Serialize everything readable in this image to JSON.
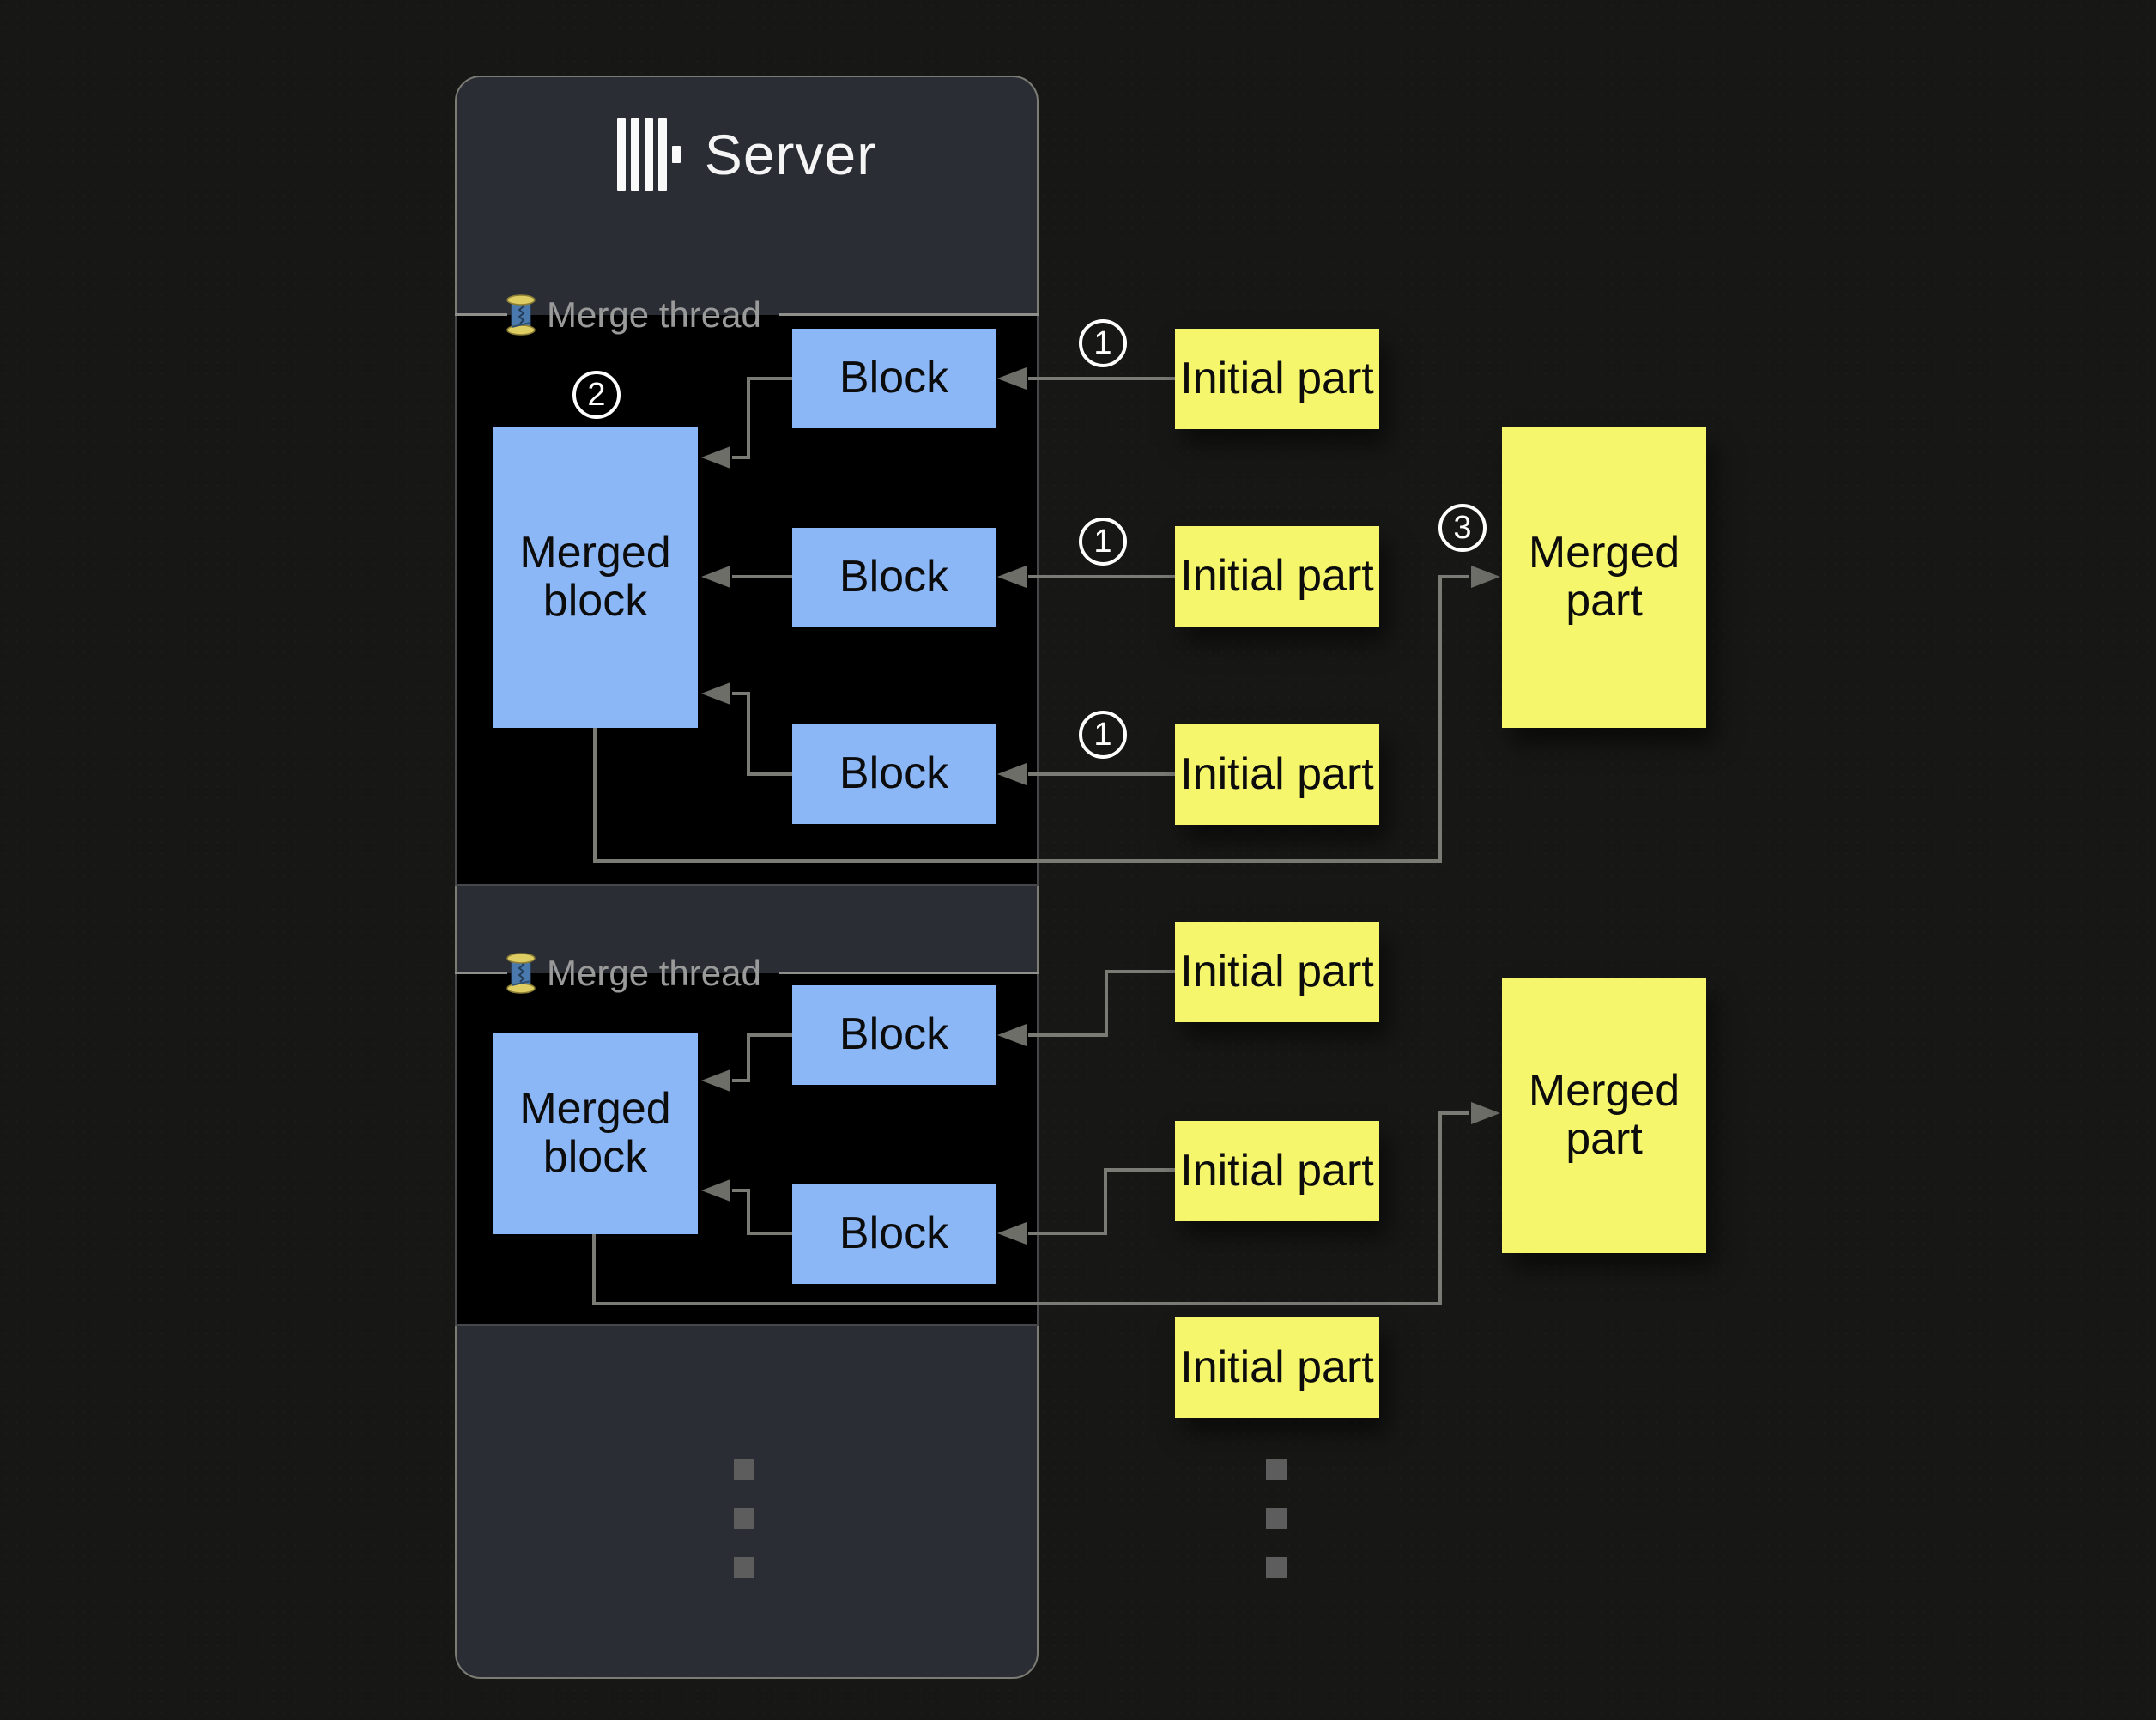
{
  "server": {
    "title": "Server"
  },
  "sections": [
    {
      "thread_label": "Merge thread",
      "merged_block_label": "Merged block",
      "blocks": [
        "Block",
        "Block",
        "Block"
      ],
      "step_badge": "2"
    },
    {
      "thread_label": "Merge thread",
      "merged_block_label": "Merged block",
      "blocks": [
        "Block",
        "Block"
      ]
    }
  ],
  "initial_parts": [
    "Initial part",
    "Initial part",
    "Initial part",
    "Initial part",
    "Initial part",
    "Initial part"
  ],
  "merged_parts": [
    "Merged part",
    "Merged part"
  ],
  "step_badges": {
    "one_a": "1",
    "one_b": "1",
    "one_c": "1",
    "three": "3"
  },
  "icons": {
    "logo": "clickhouse-bars-logo",
    "thread": "thread-spool-icon"
  },
  "colors": {
    "background": "#171716",
    "panel": "#2a2d34",
    "section": "#000000",
    "block_blue": "#8bb7f6",
    "part_yellow": "#f6f66c",
    "arrow_gray": "#7b7b76",
    "label_gray": "#9a9a9a",
    "badge_white": "#ffffff"
  }
}
